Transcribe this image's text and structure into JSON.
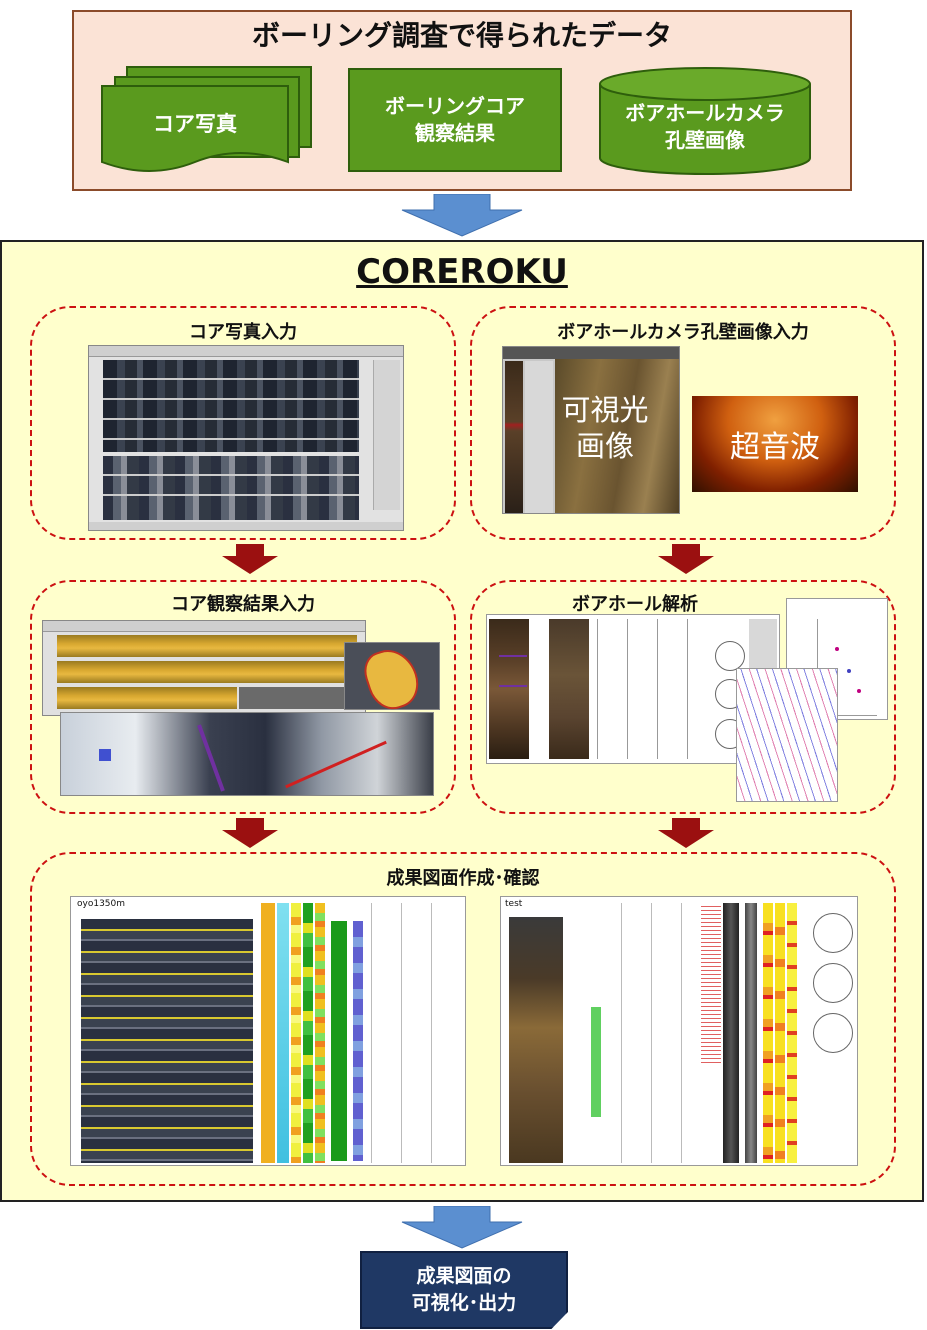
{
  "top": {
    "title": "ボーリング調査で得られたデータ",
    "items": {
      "core_photo": "コア写真",
      "core_observation_line1": "ボーリングコア",
      "core_observation_line2": "観察結果",
      "borehole_camera_line1": "ボアホールカメラ",
      "borehole_camera_line2": "孔壁画像"
    }
  },
  "main": {
    "title": "COREROKU",
    "panels": {
      "core_photo_input": "コア写真入力",
      "borehole_image_input": "ボアホールカメラ孔壁画像入力",
      "visible_light_line1": "可視光",
      "visible_light_line2": "画像",
      "ultrasonic": "超音波",
      "core_observation_input": "コア観察結果入力",
      "borehole_analysis": "ボアホール解析",
      "result_drawing": "成果図面作成･確認",
      "log_title_left": "oyo1350m",
      "log_title_right": "test"
    }
  },
  "output": {
    "line1": "成果図面の",
    "line2": "可視化･出力"
  },
  "colors": {
    "top_box_bg": "#fbe3d6",
    "green": "#5a9a1e",
    "main_bg": "#ffffcc",
    "dash_red": "#cc1111",
    "arrow_blue": "#5b8fd0",
    "arrow_red": "#9b1010",
    "output_navy": "#1f3864"
  }
}
